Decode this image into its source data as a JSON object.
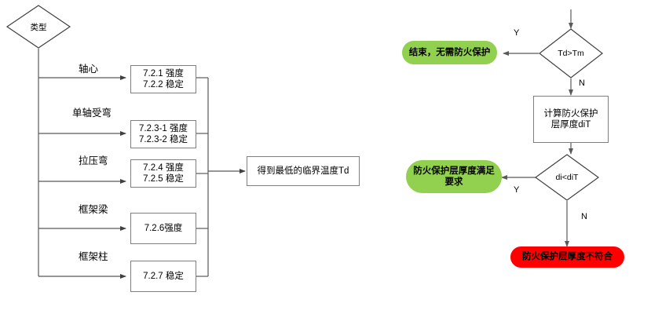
{
  "diagram": {
    "title": "",
    "colors": {
      "line": "#595959",
      "node_border": "#7f7f7f",
      "green": "#92d050",
      "red": "#ff0000",
      "text": "#000000"
    },
    "left_flow": {
      "decision": {
        "label": "类型"
      },
      "branches": [
        {
          "label": "轴心",
          "box": "7.2.1 强度\n7.2.2 稳定"
        },
        {
          "label": "单轴受弯",
          "box": "7.2.3-1 强度\n7.2.3-2 稳定"
        },
        {
          "label": "拉压弯",
          "box": "7.2.4 强度\n7.2.5 稳定"
        },
        {
          "label": "框架梁",
          "box": "7.2.6强度"
        },
        {
          "label": "框架柱",
          "box": "7.2.7 稳定"
        }
      ],
      "result": {
        "label": "得到最低的临界温度Td"
      }
    },
    "right_flow": {
      "decision_1": {
        "label": "Td>Tm"
      },
      "decision_1_yes": "Y",
      "decision_1_no": "N",
      "terminator_green_1": {
        "label": "结束，无需防火保护"
      },
      "process_1": {
        "label": "计算防火保护\n层厚度diT"
      },
      "decision_2": {
        "label": "di<diT"
      },
      "decision_2_yes": "Y",
      "decision_2_no": "N",
      "terminator_green_2": {
        "label": "防火保护层厚度满足\n要求"
      },
      "terminator_red": {
        "label": "防火保护层厚度不符合"
      }
    }
  }
}
